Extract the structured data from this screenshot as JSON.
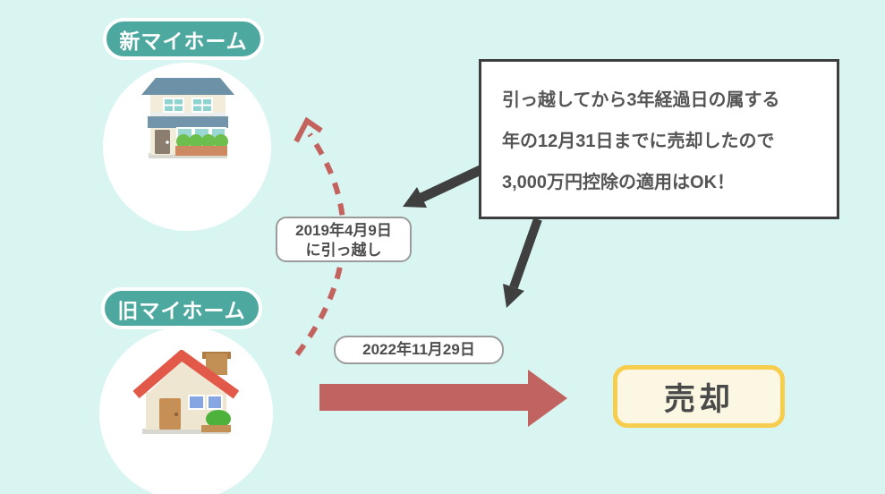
{
  "new_home": {
    "badge_label": "新マイホーム",
    "icon": "new-two-story-house-icon"
  },
  "old_home": {
    "badge_label": "旧マイホーム",
    "icon": "old-house-icon"
  },
  "move_label": {
    "line1": "2019年4月9日",
    "line2": "に引っ越し"
  },
  "sale_date_label": "2022年11月29日",
  "callout": {
    "line1": "引っ越してから3年経過日の属する",
    "line2": "年の12月31日までに売却したので",
    "line3": "3,000万円控除の適用はOK！"
  },
  "sale_box_label": "売却",
  "icons": {
    "move_arrow": "dashed-curved-arrow-icon",
    "callout_arrow_1": "black-arrow-icon",
    "callout_arrow_2": "black-arrow-icon",
    "sale_arrow": "red-right-arrow-icon"
  },
  "colors": {
    "bg": "#d8f5f2",
    "badge": "#4da8a0",
    "arrow_red": "#c16361",
    "dashed_red": "#c4635e",
    "arrow_black": "#3f3f3f",
    "sale_border": "#f7cd4d",
    "sale_bg": "#fcf7e2"
  }
}
